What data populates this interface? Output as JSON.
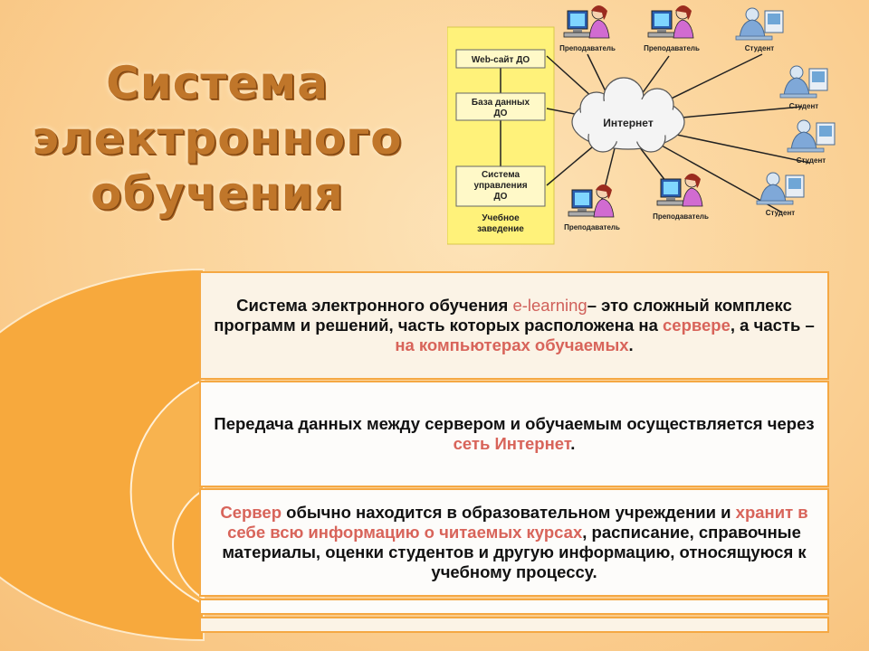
{
  "title": {
    "lines": [
      "Система",
      "электронного",
      "обучения"
    ]
  },
  "diagram": {
    "institution": {
      "boxes": [
        "Web-сайт ДО",
        "База данных ДО",
        "Система управления ДО"
      ],
      "caption": "Учебное заведение"
    },
    "hub": "Интернет",
    "nodes": [
      {
        "label": "Преподаватель",
        "icon": "teacher-computer-icon"
      },
      {
        "label": "Преподаватель",
        "icon": "teacher-computer-icon"
      },
      {
        "label": "Студент",
        "icon": "student-computer-icon"
      },
      {
        "label": "Студент",
        "icon": "student-computer-icon"
      },
      {
        "label": "Студент",
        "icon": "student-computer-icon"
      },
      {
        "label": "Студент",
        "icon": "student-computer-icon"
      },
      {
        "label": "Преподаватель",
        "icon": "teacher-computer-icon"
      },
      {
        "label": "Преподаватель",
        "icon": "teacher-computer-icon"
      }
    ]
  },
  "panels": {
    "p1": {
      "a": "Система электронного обучения ",
      "b": "e-learning",
      "c": "– это сложный комплекс программ и решений, часть которых расположена на ",
      "d": "сервере",
      "e": ", а часть – ",
      "f": "на компьютерах обучаемых",
      "g": "."
    },
    "p2": {
      "a": "Передача данных между сервером и обучаемым осуществляется через ",
      "b": "сеть Интернет",
      "c": "."
    },
    "p3": {
      "a": "Сервер",
      "b": " обычно находится в образовательном учреждении и ",
      "c": "хранит в себе всю информацию о читаемых курсах",
      "d": ", расписание, справочные материалы, оценки студентов и другую информацию, относящуюся к учебному процессу."
    }
  },
  "colors": {
    "background": "#fbcf8f",
    "accent": "#f5a843",
    "highlight": "#d8645a",
    "title": "#c0762a"
  }
}
